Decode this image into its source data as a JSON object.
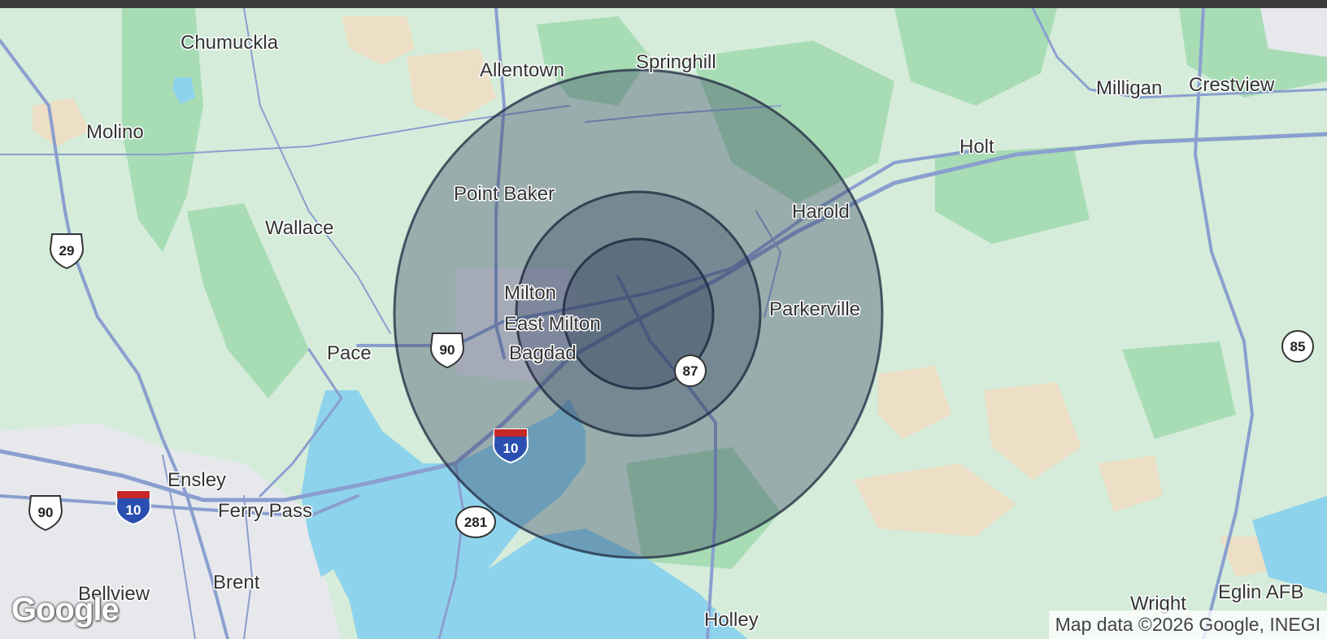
{
  "map": {
    "places": [
      {
        "name": "Chumuckla"
      },
      {
        "name": "Allentown"
      },
      {
        "name": "Springhill"
      },
      {
        "name": "Milligan"
      },
      {
        "name": "Crestview"
      },
      {
        "name": "Molino"
      },
      {
        "name": "Holt"
      },
      {
        "name": "Point Baker"
      },
      {
        "name": "Harold"
      },
      {
        "name": "Wallace"
      },
      {
        "name": "Milton"
      },
      {
        "name": "East Milton"
      },
      {
        "name": "Parkerville"
      },
      {
        "name": "Pace"
      },
      {
        "name": "Bagdad"
      },
      {
        "name": "Ensley"
      },
      {
        "name": "Ferry Pass"
      },
      {
        "name": "Brent"
      },
      {
        "name": "Bellview"
      },
      {
        "name": "Wright"
      },
      {
        "name": "Eglin AFB"
      },
      {
        "name": "Holley"
      }
    ],
    "shields": [
      {
        "number": "29",
        "type": "us-highway"
      },
      {
        "number": "90",
        "type": "us-highway"
      },
      {
        "number": "90",
        "type": "us-highway"
      },
      {
        "number": "10",
        "type": "interstate"
      },
      {
        "number": "10",
        "type": "interstate"
      },
      {
        "number": "87",
        "type": "state-road"
      },
      {
        "number": "281",
        "type": "state-road"
      },
      {
        "number": "85",
        "type": "state-road"
      }
    ],
    "radius_rings": 3,
    "colors": {
      "land": "#d4ecd9",
      "park": "#a8dcb5",
      "water": "#8ed3ec",
      "road": "#8a9fcf",
      "ring_fill": "#2e3d5c",
      "ring_stroke": "#1f2a40"
    }
  },
  "branding": {
    "logo": "Google"
  },
  "attribution": {
    "text": "Map data ©2026 Google, INEGI"
  }
}
